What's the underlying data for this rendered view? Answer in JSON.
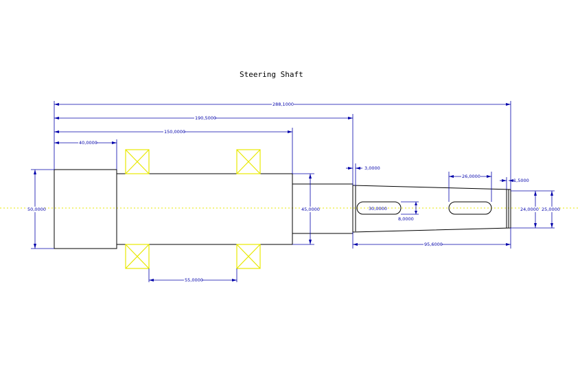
{
  "title": "Steering Shaft",
  "colors": {
    "part": "#000000",
    "dimension": "#0000aa",
    "bearing": "#e8e800",
    "centerline": "#e8e800",
    "background": "#ffffff"
  },
  "dimensions": {
    "overall_length": "288,1000",
    "length_190": "190,5000",
    "length_150": "150,0000",
    "length_40": "40,0000",
    "bearing_spacing": "55,0000",
    "dia_50": "50,0000",
    "dia_45": "45,0000",
    "groove_3": "3,0000",
    "slot_dia_30": "30,0000",
    "slot_width_8": "8,0000",
    "slot_length_26": "26,0000",
    "groove_1_5": "1,5000",
    "dia_24": "24,0000",
    "dia_25": "25,0000",
    "length_95": "95,6000"
  }
}
